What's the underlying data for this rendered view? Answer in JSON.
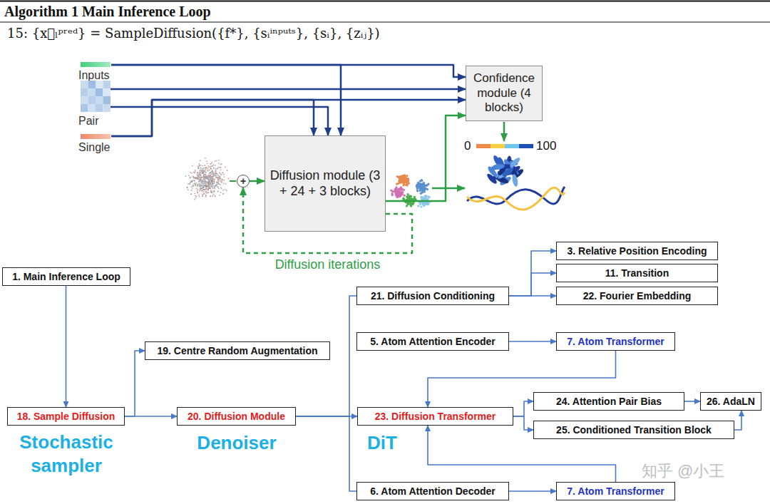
{
  "diagram": {
    "title": "Algorithm 1 Main Inference Loop",
    "nodes": [
      {
        "text": [
          "Inputs"
        ]
      },
      {
        "text": [
          "Pair"
        ]
      },
      {
        "text": [
          "Single"
        ]
      },
      {
        "text": [
          "+"
        ]
      },
      {
        "text": [
          "Diffusion module (3 + 24 + 3 blocks)"
        ]
      },
      {
        "text": [
          "Confidence module (4 blocks)"
        ]
      },
      {
        "text": [
          "1. Main Inference Loop"
        ]
      },
      {
        "text": [
          "3. Relative Position Encoding"
        ]
      },
      {
        "text": [
          "11. Transition"
        ]
      },
      {
        "text": [
          "21. Diffusion Conditioning"
        ]
      },
      {
        "text": [
          "22. Fourier Embedding"
        ]
      },
      {
        "text": [
          "5. Atom Attention Encoder"
        ]
      },
      {
        "text": [
          "7. Atom Transformer"
        ]
      },
      {
        "text": [
          "19. Centre Random Augmentation"
        ]
      },
      {
        "text": [
          "18. Sample Diffusion"
        ]
      },
      {
        "text": [
          "20. Diffusion Module"
        ]
      },
      {
        "text": [
          "23. Diffusion Transformer"
        ]
      },
      {
        "text": [
          "24. Attention Pair Bias"
        ]
      },
      {
        "text": [
          "26. AdaLN"
        ]
      },
      {
        "text": [
          "25. Conditioned Transition Block"
        ]
      },
      {
        "text": [
          "6. Atom Attention Decoder"
        ]
      },
      {
        "text": [
          "7. Atom Transformer"
        ]
      }
    ],
    "edges": [
      {
        "from": 0,
        "to": 5,
        "arrow": "to"
      },
      {
        "from": 0,
        "to": 4,
        "arrow": "to"
      },
      {
        "from": 1,
        "to": 5,
        "arrow": "to"
      },
      {
        "from": 1,
        "to": 4,
        "arrow": "to"
      },
      {
        "from": 2,
        "to": 5,
        "arrow": "to"
      },
      {
        "from": 2,
        "to": 4,
        "arrow": "to"
      },
      {
        "from": 4,
        "to": 3,
        "label": "Diffusion iterations",
        "arrow": "to"
      },
      {
        "from": 3,
        "to": 4,
        "arrow": "to"
      },
      {
        "from": 4,
        "to": 5,
        "arrow": "to"
      },
      {
        "from": 6,
        "to": 14,
        "arrow": "to"
      },
      {
        "from": 14,
        "to": 13,
        "arrow": "to"
      },
      {
        "from": 14,
        "to": 15,
        "arrow": "to"
      },
      {
        "from": 15,
        "to": 9,
        "arrow": "none"
      },
      {
        "from": 15,
        "to": 16,
        "arrow": "to"
      },
      {
        "from": 15,
        "to": 20,
        "arrow": "none"
      },
      {
        "from": 9,
        "to": 7,
        "arrow": "to"
      },
      {
        "from": 9,
        "to": 8,
        "arrow": "to"
      },
      {
        "from": 9,
        "to": 10,
        "arrow": "to"
      },
      {
        "from": 11,
        "to": 12,
        "arrow": "to"
      },
      {
        "from": 12,
        "to": 16,
        "arrow": "to"
      },
      {
        "from": 16,
        "to": 17,
        "arrow": "to"
      },
      {
        "from": 16,
        "to": 19,
        "arrow": "to"
      },
      {
        "from": 17,
        "to": 18,
        "arrow": "to"
      },
      {
        "from": 19,
        "to": 18,
        "arrow": "to"
      },
      {
        "from": 20,
        "to": 21,
        "arrow": "to"
      },
      {
        "from": 21,
        "to": 16,
        "arrow": "to"
      }
    ],
    "labels": [
      "15: {x⃗ₗᵖʳᵉᵈ} = SampleDiffusion({f*}, {sᵢⁱⁿᵖᵘᵗˢ}, {sᵢ}, {zᵢⱼ})",
      "0",
      "100",
      "Stochastic sampler",
      "Denoiser",
      "DiT",
      "知乎 @小王"
    ]
  }
}
